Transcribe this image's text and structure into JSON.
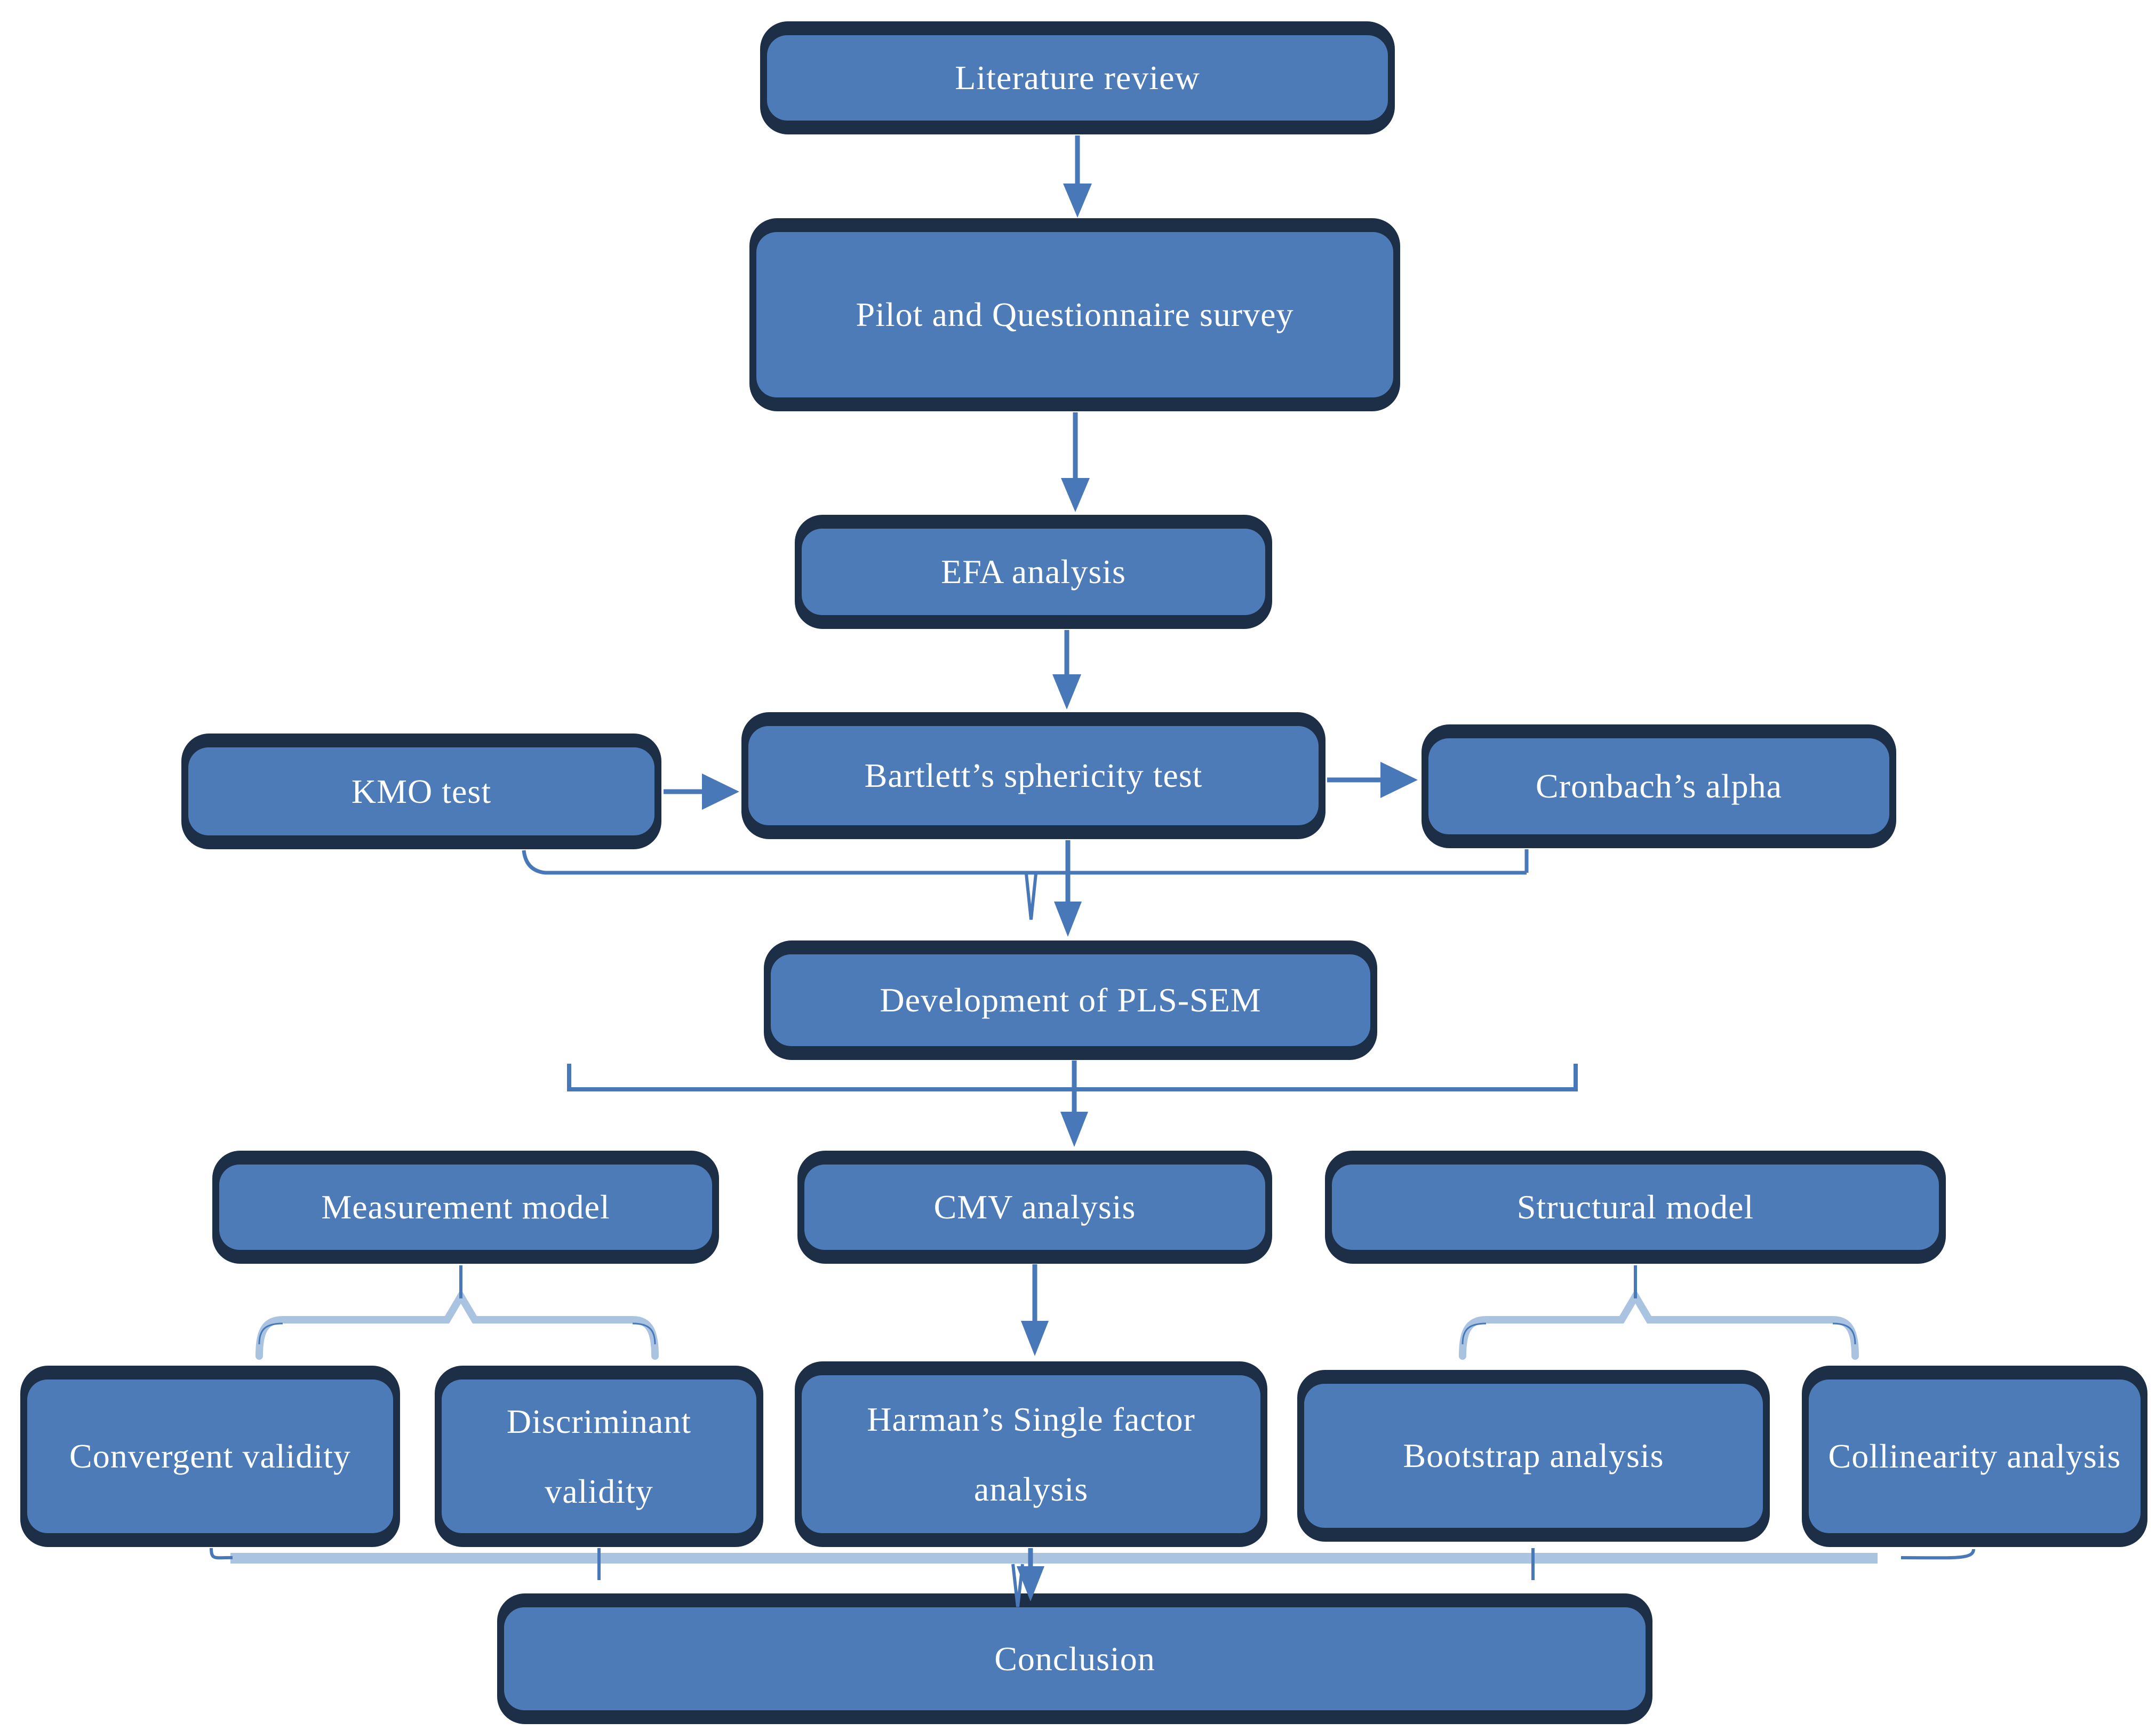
{
  "diagram": {
    "title": "PLS-SEM research methodology flowchart",
    "colors": {
      "node_fill": "#4d7bb8",
      "node_border": "#1d2e47",
      "node_text": "#ffffff",
      "connector": "#4878b8",
      "connector_light": "#a9c3e1",
      "background": "#ffffff"
    },
    "nodes": {
      "literature": {
        "label": "Literature review"
      },
      "pilot": {
        "label": "Pilot and Questionnaire survey"
      },
      "efa": {
        "label": "EFA analysis"
      },
      "kmo": {
        "label": "KMO test"
      },
      "bartlett": {
        "label": "Bartlett’s sphericity test"
      },
      "cronbach": {
        "label": "Cronbach’s alpha"
      },
      "development": {
        "label": "Development of PLS-SEM"
      },
      "measurement": {
        "label": "Measurement model"
      },
      "cmv": {
        "label": "CMV analysis"
      },
      "structural": {
        "label": "Structural model"
      },
      "convergent": {
        "label": "Convergent validity"
      },
      "discriminant": {
        "label": "Discriminant validity"
      },
      "harman": {
        "label": "Harman’s Single factor analysis"
      },
      "bootstrap": {
        "label": "Bootstrap analysis"
      },
      "collinearity": {
        "label": "Collinearity analysis"
      },
      "conclusion": {
        "label": "Conclusion"
      }
    },
    "edges": [
      {
        "from": "literature",
        "to": "pilot",
        "type": "arrow"
      },
      {
        "from": "pilot",
        "to": "efa",
        "type": "arrow"
      },
      {
        "from": "efa",
        "to": "bartlett",
        "type": "arrow"
      },
      {
        "from": "kmo",
        "to": "bartlett",
        "type": "arrow"
      },
      {
        "from": "bartlett",
        "to": "cronbach",
        "type": "arrow"
      },
      {
        "from": "kmo",
        "to": "development",
        "type": "merge-line"
      },
      {
        "from": "cronbach",
        "to": "development",
        "type": "merge-line"
      },
      {
        "from": "bartlett",
        "to": "development",
        "type": "arrow"
      },
      {
        "from": "development",
        "to": "measurement",
        "type": "split-line"
      },
      {
        "from": "development",
        "to": "cmv",
        "type": "arrow"
      },
      {
        "from": "development",
        "to": "structural",
        "type": "split-line"
      },
      {
        "from": "measurement",
        "to": "convergent",
        "type": "brace"
      },
      {
        "from": "measurement",
        "to": "discriminant",
        "type": "brace"
      },
      {
        "from": "cmv",
        "to": "harman",
        "type": "arrow"
      },
      {
        "from": "structural",
        "to": "bootstrap",
        "type": "brace"
      },
      {
        "from": "structural",
        "to": "collinearity",
        "type": "brace"
      },
      {
        "from": "convergent",
        "to": "conclusion",
        "type": "merge-line"
      },
      {
        "from": "discriminant",
        "to": "conclusion",
        "type": "merge-line"
      },
      {
        "from": "harman",
        "to": "conclusion",
        "type": "arrow"
      },
      {
        "from": "bootstrap",
        "to": "conclusion",
        "type": "merge-line"
      },
      {
        "from": "collinearity",
        "to": "conclusion",
        "type": "merge-line"
      }
    ]
  }
}
